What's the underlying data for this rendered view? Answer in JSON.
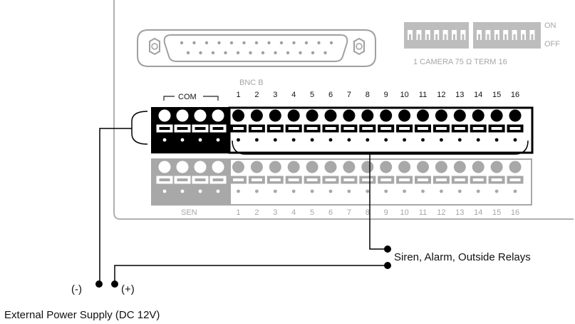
{
  "connector_label": "BNC B",
  "dip": {
    "on_label": "ON",
    "off_label": "OFF",
    "caption": "1 CAMERA 75 Ω  TERM 16"
  },
  "com_label": "COM",
  "sen_label": "SEN",
  "top_numbers": [
    "1",
    "2",
    "3",
    "4",
    "5",
    "6",
    "7",
    "8",
    "9",
    "10",
    "11",
    "12",
    "13",
    "14",
    "15",
    "16"
  ],
  "bottom_numbers": [
    "1",
    "2",
    "3",
    "4",
    "5",
    "6",
    "7",
    "8",
    "9",
    "10",
    "11",
    "12",
    "13",
    "14",
    "15",
    "16"
  ],
  "relay_label": "Siren, Alarm, Outside Relays",
  "minus_label": "(-)",
  "plus_label": "(+)",
  "power_label": "External Power Supply (DC 12V)",
  "colors": {
    "panel_border": "#b0b0b0",
    "terminal_black": "#000000",
    "terminal_gray": "#a8a8a8",
    "label_gray": "#a6a6a6"
  }
}
